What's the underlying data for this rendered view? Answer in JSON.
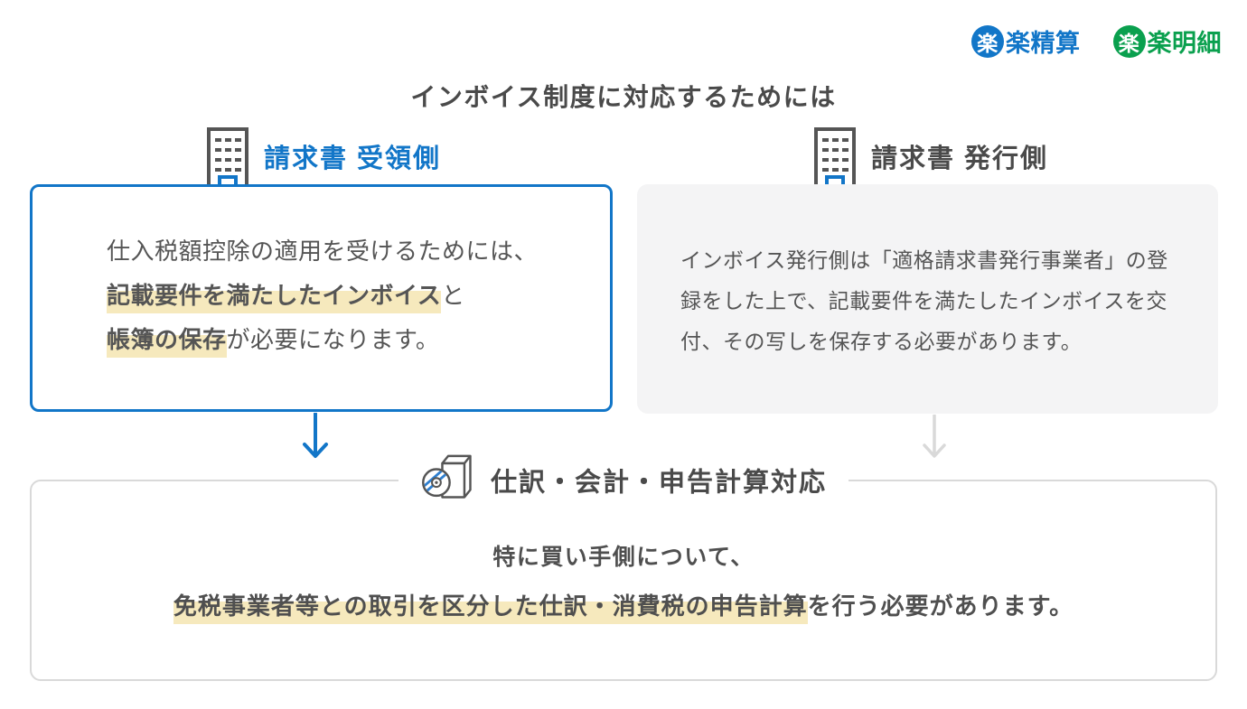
{
  "brand": {
    "logos": [
      {
        "name": "楽楽精算",
        "circle_char": "楽",
        "rest": "楽精算",
        "color": "#1276c8"
      },
      {
        "name": "楽楽明細",
        "circle_char": "楽",
        "rest": "楽明細",
        "color": "#0aa04e"
      }
    ]
  },
  "title": "インボイス制度に対応するためには",
  "left_section": {
    "header": "請求書 受領側",
    "box": {
      "line1": "仕入税額控除の適用を受けるためには、",
      "line2_highlight": "記載要件を満たしたインボイス",
      "line2_rest": "と",
      "line3_highlight": "帳簿の保存",
      "line3_rest": "が必要になります。"
    }
  },
  "right_section": {
    "header": "請求書 発行側",
    "box": {
      "line1": "インボイス発行側は「適格請求書発行事業者」の登",
      "line2": "録をした上で、記載要件を満たしたインボイスを交",
      "line3": "付、その写しを保存する必要があります。"
    }
  },
  "bottom_section": {
    "header": "仕訳・会計・申告計算対応",
    "line1": "特に買い手側について、",
    "line2_highlight": "免税事業者等との取引を区分した仕訳・消費税の申告計算",
    "line2_rest": "を行う必要があります。"
  },
  "colors": {
    "accent_blue": "#1276c8",
    "accent_green": "#0aa04e",
    "highlight_yellow": "#f6e9bd",
    "heading_text": "#4a4a4a",
    "body_text": "#555555",
    "gray_box_fill": "#f4f4f5",
    "gray_border": "#d9d9d9"
  }
}
